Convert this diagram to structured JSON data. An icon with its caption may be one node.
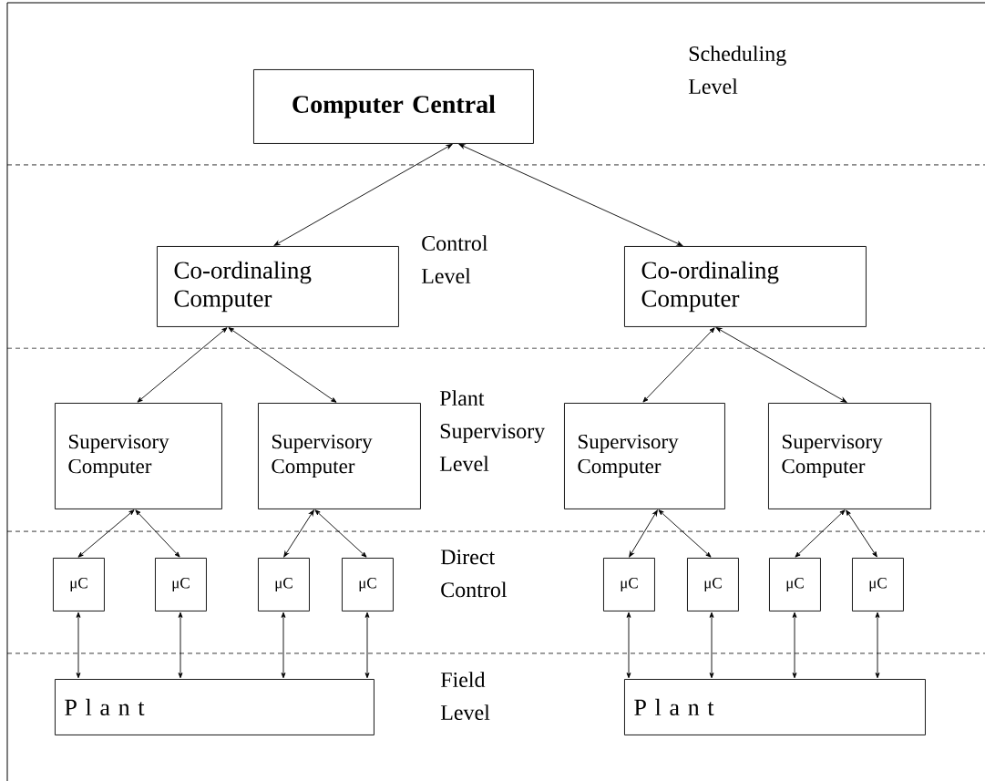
{
  "diagram": {
    "nodes": [
      {
        "text": [
          "Computer Central"
        ]
      },
      {
        "text": [
          "Co-ordinaling Computer"
        ]
      },
      {
        "text": [
          "Co-ordinaling Computer"
        ]
      },
      {
        "text": [
          "Supervisory Computer"
        ]
      },
      {
        "text": [
          "Supervisory Computer"
        ]
      },
      {
        "text": [
          "Supervisory Computer"
        ]
      },
      {
        "text": [
          "Supervisory Computer"
        ]
      },
      {
        "text": [
          "μC"
        ]
      },
      {
        "text": [
          "μC"
        ]
      },
      {
        "text": [
          "μC"
        ]
      },
      {
        "text": [
          "μC"
        ]
      },
      {
        "text": [
          "μC"
        ]
      },
      {
        "text": [
          "μC"
        ]
      },
      {
        "text": [
          "μC"
        ]
      },
      {
        "text": [
          "μC"
        ]
      },
      {
        "text": [
          "P l a n t"
        ]
      },
      {
        "text": [
          "P l a n t"
        ]
      }
    ],
    "edges": [
      {
        "from": 0,
        "to": 1,
        "arrow": "both"
      },
      {
        "from": 0,
        "to": 2,
        "arrow": "both"
      },
      {
        "from": 1,
        "to": 3,
        "arrow": "both"
      },
      {
        "from": 1,
        "to": 4,
        "arrow": "both"
      },
      {
        "from": 2,
        "to": 5,
        "arrow": "both"
      },
      {
        "from": 2,
        "to": 6,
        "arrow": "both"
      },
      {
        "from": 3,
        "to": 7,
        "arrow": "both"
      },
      {
        "from": 3,
        "to": 8,
        "arrow": "both"
      },
      {
        "from": 4,
        "to": 9,
        "arrow": "both"
      },
      {
        "from": 4,
        "to": 10,
        "arrow": "both"
      },
      {
        "from": 5,
        "to": 11,
        "arrow": "both"
      },
      {
        "from": 5,
        "to": 12,
        "arrow": "both"
      },
      {
        "from": 6,
        "to": 13,
        "arrow": "both"
      },
      {
        "from": 6,
        "to": 14,
        "arrow": "both"
      },
      {
        "from": 7,
        "to": 15,
        "arrow": "both"
      },
      {
        "from": 8,
        "to": 15,
        "arrow": "both"
      },
      {
        "from": 9,
        "to": 15,
        "arrow": "both"
      },
      {
        "from": 10,
        "to": 15,
        "arrow": "both"
      },
      {
        "from": 11,
        "to": 16,
        "arrow": "both"
      },
      {
        "from": 12,
        "to": 16,
        "arrow": "both"
      },
      {
        "from": 13,
        "to": 16,
        "arrow": "both"
      },
      {
        "from": 14,
        "to": 16,
        "arrow": "both"
      }
    ],
    "labels": [
      "Scheduling Level",
      "Control Level",
      "Plant Supervisory Level",
      "Direct Control",
      "Field Level"
    ]
  }
}
